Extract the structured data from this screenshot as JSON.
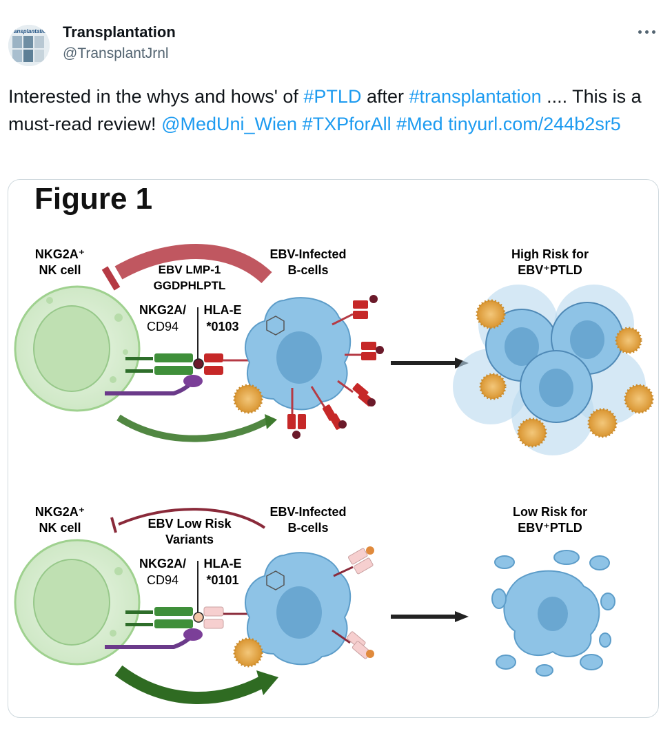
{
  "author": {
    "name": "Transplantation",
    "handle": "@TransplantJrnl",
    "avatar_text": "Transplantation"
  },
  "tweet": {
    "t1": "Interested in the whys and hows' of ",
    "h1": "#PTLD",
    "t2": " after ",
    "h2": "#transplantation",
    "t3": " .... This is a must-read review! ",
    "m1": "@MedUni_Wien",
    "h3": "#TXPforAll",
    "h4": "#Med",
    "link": "tinyurl.com/244b2sr5"
  },
  "figure": {
    "title": "Figure 1",
    "top": {
      "nk_label_1": "NKG2A⁺",
      "nk_label_2": "NK cell",
      "peptide_1": "EBV LMP-1",
      "peptide_2": "GGDPHLPTL",
      "receptor_1": "NKG2A/",
      "receptor_2": "CD94",
      "hla_1": "HLA-E",
      "hla_2": "*0103",
      "bcell_1": "EBV-Infected",
      "bcell_2": "B-cells",
      "outcome_1": "High Risk for",
      "outcome_2": "EBV⁺PTLD"
    },
    "bottom": {
      "nk_label_1": "NKG2A⁺",
      "nk_label_2": "NK cell",
      "peptide_1": "EBV Low Risk",
      "peptide_2": "Variants",
      "receptor_1": "NKG2A/",
      "receptor_2": "CD94",
      "hla_1": "HLA-E",
      "hla_2": "*0101",
      "bcell_1": "EBV-Infected",
      "bcell_2": "B-cells",
      "outcome_1": "Low Risk for",
      "outcome_2": "EBV⁺PTLD"
    }
  },
  "colors": {
    "link": "#1d9bf0",
    "nk_cell": "#cfe8c6",
    "b_cell": "#8ec3e6",
    "hla_high": "#c62828",
    "hla_low": "#f6cfcf",
    "receptor": "#3f8f3a",
    "virus": "#e0a23a"
  },
  "icons": {
    "more": "more-dots-icon"
  }
}
